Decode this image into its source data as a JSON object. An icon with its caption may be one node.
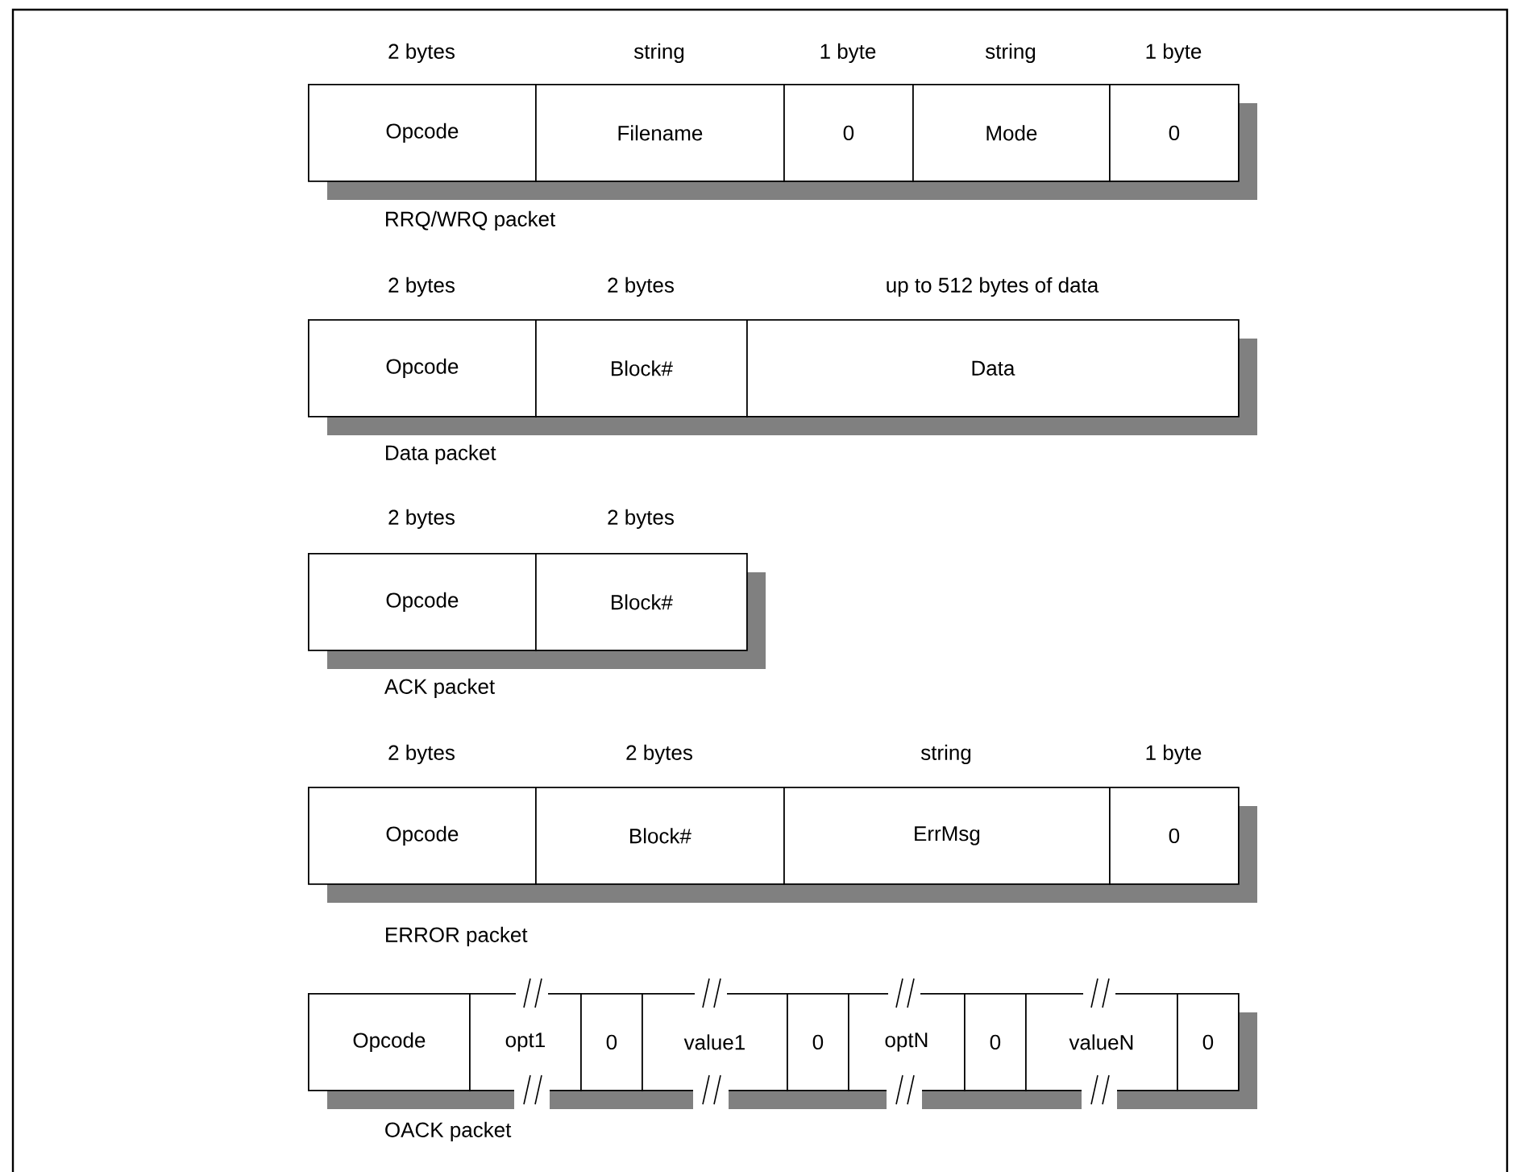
{
  "diagram": {
    "nodes": [
      {
        "text": [
          "Opcode"
        ],
        "beside": [
          "2 bytes"
        ]
      },
      {
        "text": [
          "Filename"
        ],
        "beside": [
          "string"
        ]
      },
      {
        "text": [
          "0"
        ],
        "beside": [
          "1 byte"
        ]
      },
      {
        "text": [
          "Mode"
        ],
        "beside": [
          "string"
        ]
      },
      {
        "text": [
          "0"
        ],
        "beside": [
          "1 byte"
        ]
      },
      {
        "text": [
          "Opcode"
        ],
        "beside": [
          "2 bytes"
        ]
      },
      {
        "text": [
          "Block#"
        ],
        "beside": [
          "2 bytes"
        ]
      },
      {
        "text": [
          "Data"
        ],
        "beside": [
          "up to 512 bytes of data"
        ]
      },
      {
        "text": [
          "Opcode"
        ],
        "beside": [
          "2 bytes"
        ]
      },
      {
        "text": [
          "Block#"
        ],
        "beside": [
          "2 bytes"
        ]
      },
      {
        "text": [
          "Opcode"
        ],
        "beside": [
          "2 bytes"
        ]
      },
      {
        "text": [
          "Block#"
        ],
        "beside": [
          "2 bytes"
        ]
      },
      {
        "text": [
          "ErrMsg"
        ],
        "beside": [
          "string"
        ]
      },
      {
        "text": [
          "0"
        ],
        "beside": [
          "1 byte"
        ]
      },
      {
        "text": [
          "Opcode"
        ]
      },
      {
        "text": [
          "opt1"
        ]
      },
      {
        "text": [
          "0"
        ]
      },
      {
        "text": [
          "value1"
        ]
      },
      {
        "text": [
          "0"
        ]
      },
      {
        "text": [
          "optN"
        ]
      },
      {
        "text": [
          "0"
        ]
      },
      {
        "text": [
          "valueN"
        ]
      },
      {
        "text": [
          "0"
        ]
      }
    ],
    "labels": [
      "RRQ/WRQ packet",
      "Data packet",
      "ACK packet",
      "ERROR packet",
      "OACK packet"
    ]
  }
}
